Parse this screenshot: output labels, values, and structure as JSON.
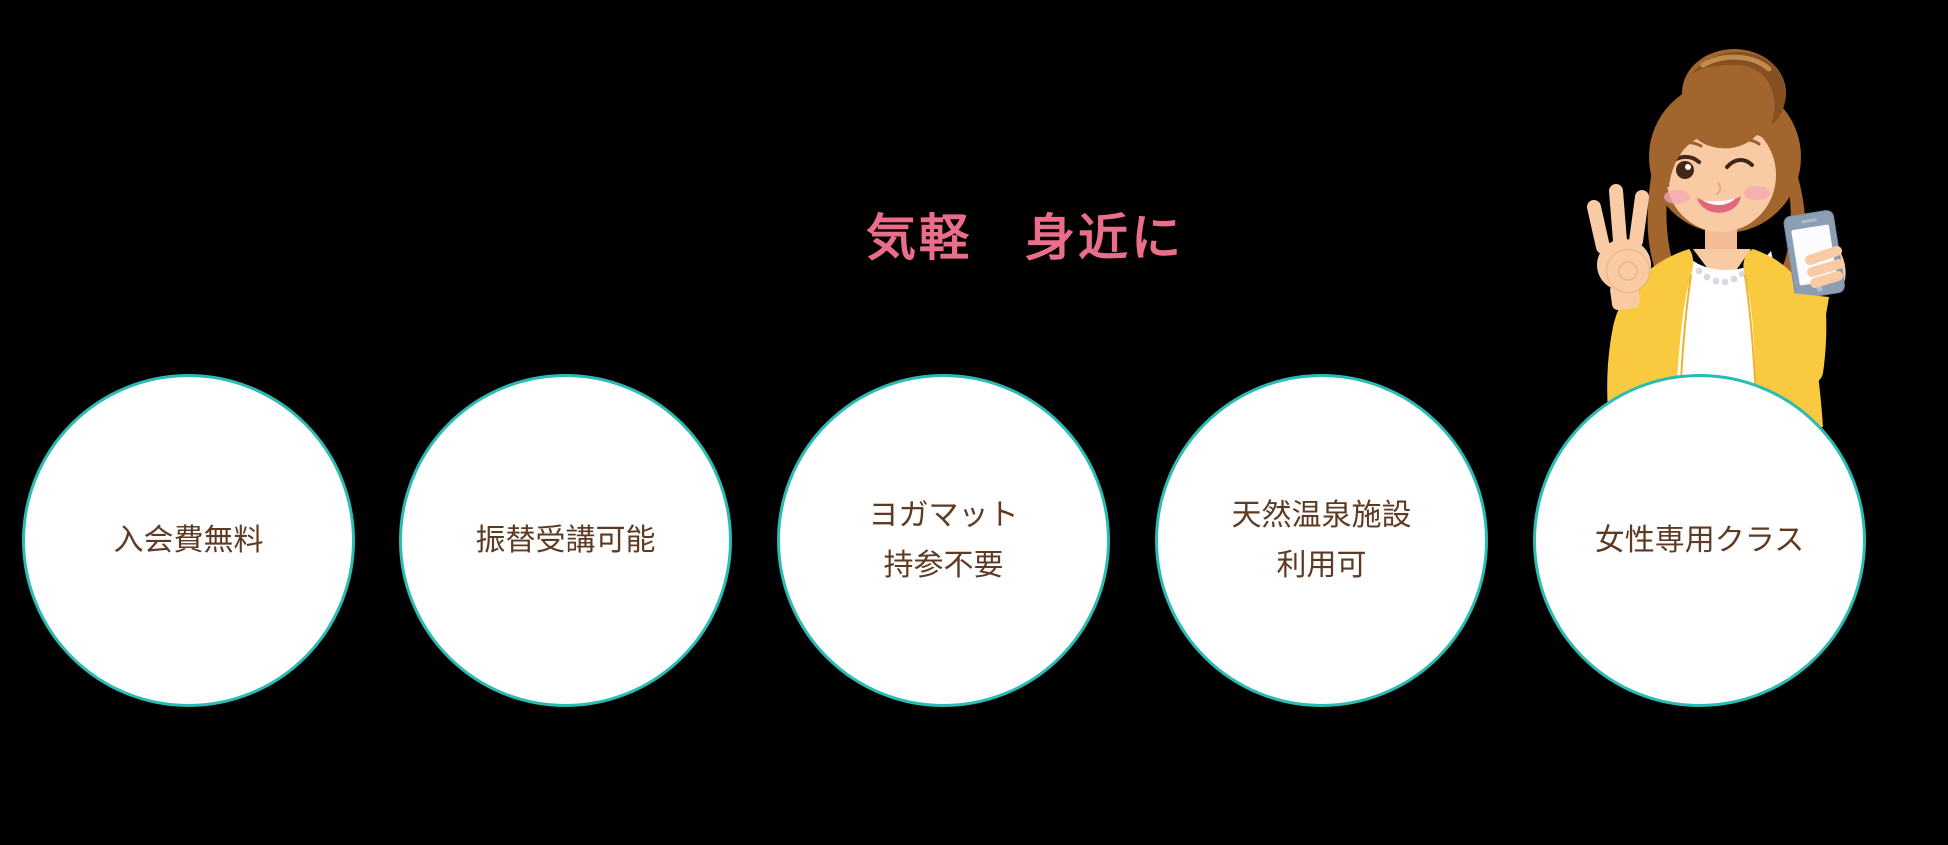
{
  "page": {
    "background_color": "#000000"
  },
  "heading": {
    "text": "気軽　身近に",
    "color": "#ea6d89"
  },
  "features": {
    "circle_border_color": "#2abcb2",
    "circle_fill_color": "#ffffff",
    "text_color": "#5e3a23",
    "items": [
      {
        "lines": [
          "入会費無料"
        ]
      },
      {
        "lines": [
          "振替受講可能"
        ]
      },
      {
        "lines": [
          "ヨガマット",
          "持参不要"
        ]
      },
      {
        "lines": [
          "天然温泉施設",
          "利用可"
        ]
      },
      {
        "lines": [
          "女性専用クラス"
        ]
      }
    ]
  },
  "illustration": {
    "name": "woman-ok-sign-with-smartphone",
    "colors": {
      "hair": "#a2652e",
      "skin": "#f8cba5",
      "cardigan": "#f9c93f",
      "top": "#ffffff",
      "phone_frame": "#8c9eb3",
      "phone_screen": "#fcfcfe"
    }
  }
}
